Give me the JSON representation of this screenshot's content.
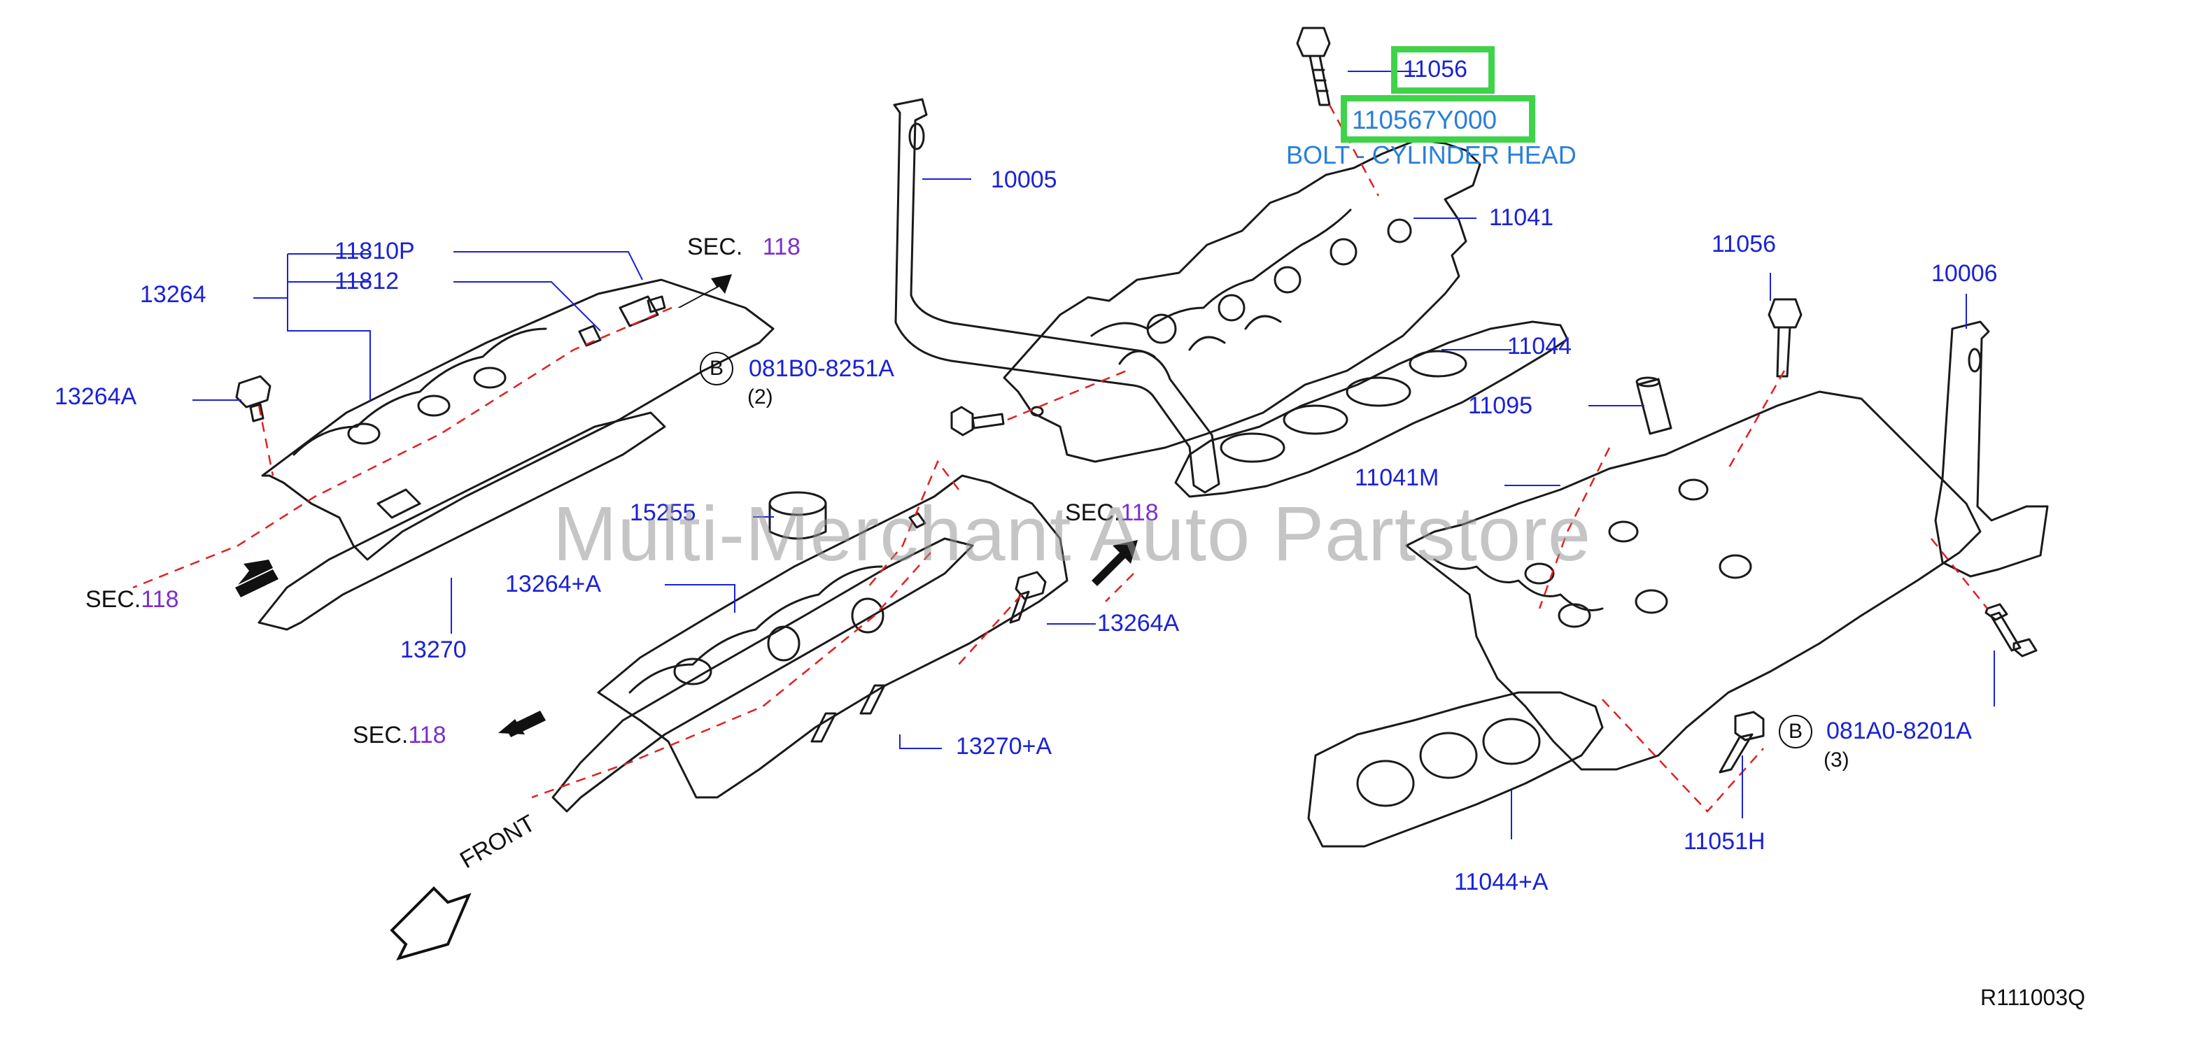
{
  "watermark": "Multi-Merchant Auto Partstore",
  "reference_code": "R111003Q",
  "front_label": "FRONT",
  "bolt_caption": "BOLT - CYLINDER HEAD",
  "highlighted_parts": [
    "11056",
    "110567Y000"
  ],
  "colors": {
    "label_blue": "#1a22d6",
    "highlight_green": "#3fd34a",
    "highlight_text": "#2a7fd8",
    "section_purple": "#7a2fd0",
    "leader_red": "#e02020"
  },
  "labels": {
    "p11056_top": "11056",
    "p110567y000": "110567Y000",
    "p10005": "10005",
    "p11041": "11041",
    "p11044": "11044",
    "p11056_right": "11056",
    "p10006": "10006",
    "p11095": "11095",
    "p11041m": "11041M",
    "p11810p": "11810P",
    "p11812": "11812",
    "p13264": "13264",
    "p13264a_left": "13264A",
    "p081b0": "081B0-8251A",
    "p081b0_qty": "(2)",
    "p15255": "15255",
    "p13264pa": "13264+A",
    "p13264a_mid": "13264A",
    "p13270": "13270",
    "p13270pa": "13270+A",
    "p081a0": "081A0-8201A",
    "p081a0_qty": "(3)",
    "p11051h": "11051H",
    "p11044pa": "11044+A"
  },
  "section_refs": [
    {
      "prefix": "SEC.",
      "num": "118"
    },
    {
      "prefix": "SEC.",
      "num": "118"
    },
    {
      "prefix": "SEC.",
      "num": "118"
    },
    {
      "prefix": "SEC.",
      "num": "118"
    }
  ],
  "circle_marks": [
    "B",
    "B"
  ]
}
